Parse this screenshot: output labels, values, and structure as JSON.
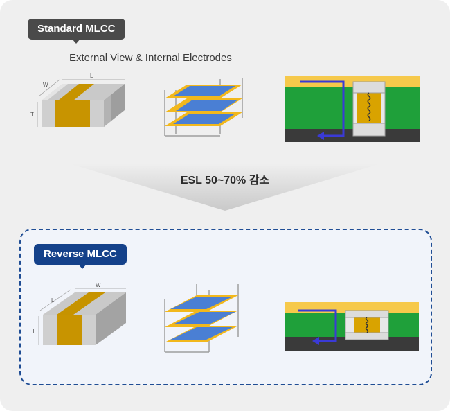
{
  "standard": {
    "tag": "Standard MLCC",
    "subtitle": "External View & Internal Electrodes",
    "dims": {
      "w": "W",
      "l": "L",
      "t": "T"
    }
  },
  "transition": {
    "label": "ESL 50~70% 감소"
  },
  "reverse": {
    "tag": "Reverse MLCC",
    "dims": {
      "w": "W",
      "l": "L",
      "t": "T"
    }
  },
  "colors": {
    "electrode_gold": "#d9a300",
    "body_gray": "#d8d8d8",
    "plate_blue": "#4a7fd4",
    "plate_yellow": "#f2b81c",
    "pcb_green": "#1fa03a",
    "pcb_yellow": "#f6c94b",
    "pcb_dark": "#3a3a3a",
    "current_arrow": "#3a3ad6",
    "reverse_accent": "#14418a"
  }
}
